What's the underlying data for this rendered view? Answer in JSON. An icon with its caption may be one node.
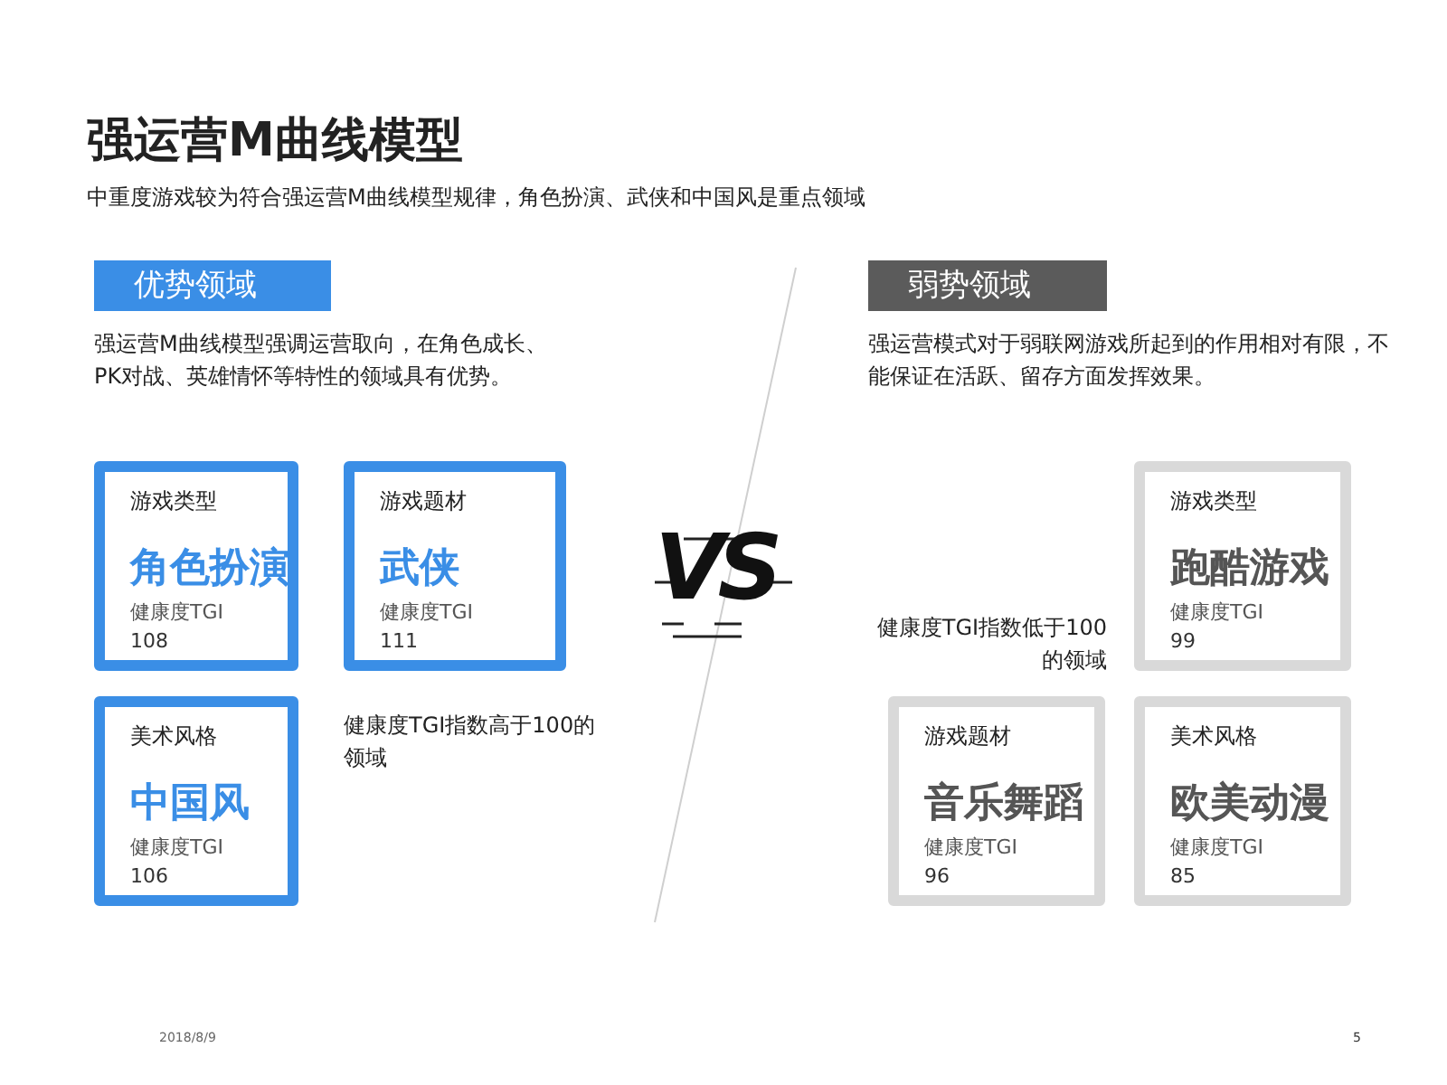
{
  "diagram": {
    "title": "强运营M曲线模型",
    "nodes": [
      {
        "text": [
          "优势领域"
        ]
      },
      {
        "text": [
          "游戏类型",
          "角色扮演",
          "健康度TGI",
          "108"
        ]
      },
      {
        "text": [
          "游戏题材",
          "武侠",
          "健康度TGI",
          "111"
        ]
      },
      {
        "text": [
          "美术风格",
          "中国风",
          "健康度TGI",
          "106"
        ]
      },
      {
        "text": [
          "弱势领域"
        ]
      },
      {
        "text": [
          "游戏类型",
          "跑酷游戏",
          "健康度TGI",
          "99"
        ]
      },
      {
        "text": [
          "游戏题材",
          "音乐舞蹈",
          "健康度TGI",
          "96"
        ]
      },
      {
        "text": [
          "美术风格",
          "欧美动漫",
          "健康度TGI",
          "85"
        ]
      }
    ],
    "edges": [],
    "labels": [
      "中重度游戏较为符合强运营M曲线模型规律，角色扮演、武侠和中国风是重点领域",
      "强运营M曲线模型强调运营取向，在角色成长、PK对战、英雄情怀等特性的领域具有优势。",
      "健康度TGI指数高于100的领域",
      "VS",
      "强运营模式对于弱联网游戏所起到的作用相对有限，不能保证在活跃、留存方面发挥效果。",
      "健康度TGI指数低于100的领域",
      "2018/8/9",
      "5"
    ]
  }
}
